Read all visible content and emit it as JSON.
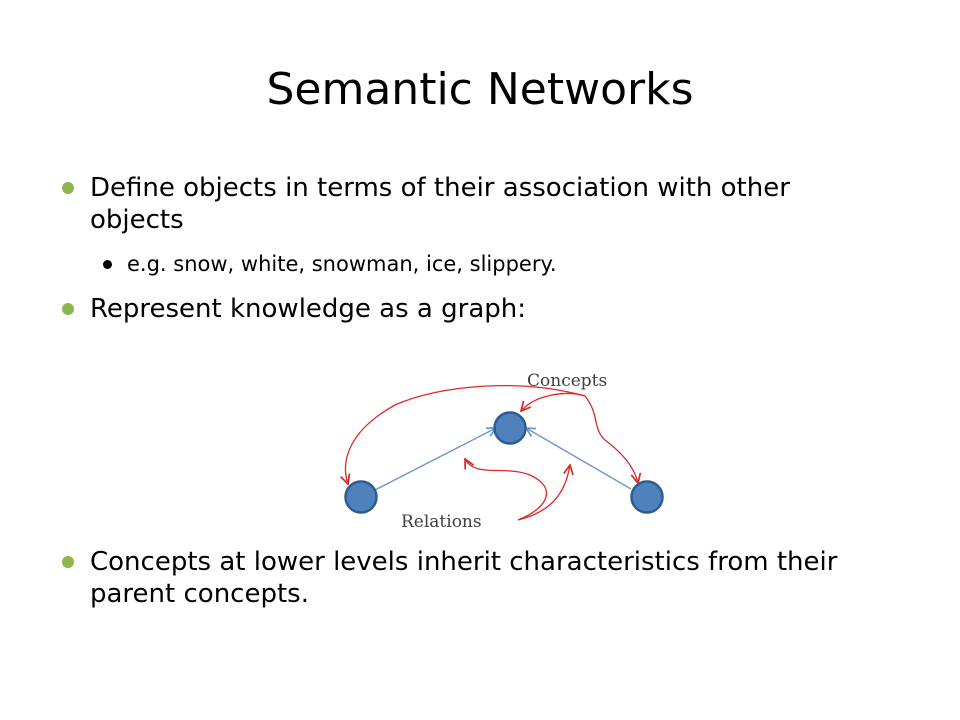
{
  "slide": {
    "title": "Semantic Networks",
    "bullets": [
      "Define objects in terms of their association with other objects",
      "Represent knowledge as a graph:",
      "Concepts at lower levels inherit characteristics from their parent concepts."
    ],
    "sub_bullets": [
      "e.g. snow, white, snowman, ice, slippery."
    ]
  },
  "diagram": {
    "labels": {
      "concepts": "Concepts",
      "relations": "Relations"
    },
    "nodes": [
      "top-concept",
      "left-concept",
      "right-concept"
    ],
    "colors": {
      "node_fill": "#4f81bd",
      "node_stroke": "#2e5c8f",
      "edge": "#6f98cc",
      "callout": "#d92b2b",
      "bullet_l1": "#8db650"
    }
  }
}
